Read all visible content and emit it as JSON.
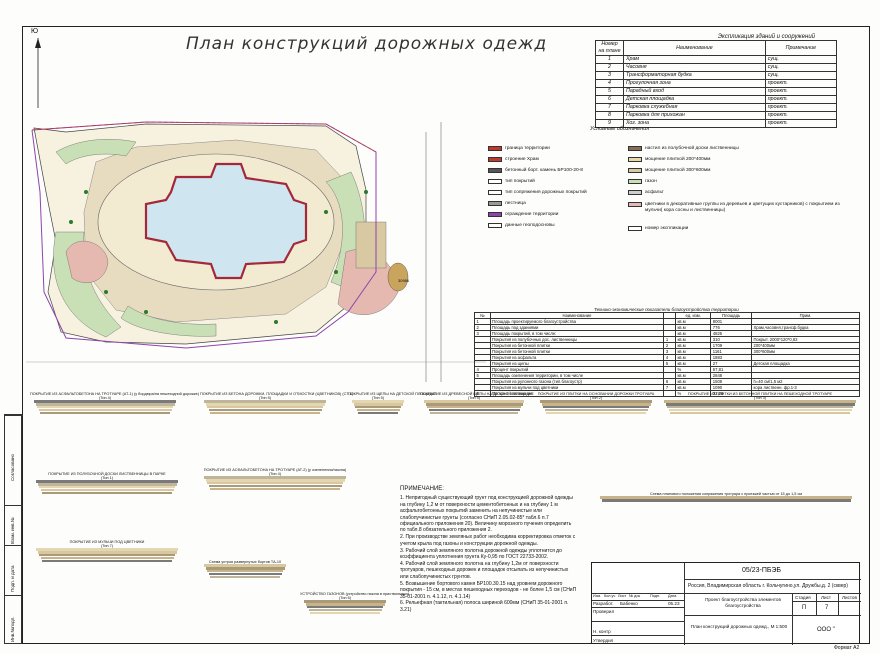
{
  "title": "План конструкций дорожных одежд",
  "explication": {
    "caption": "Экспликация зданий и сооружений",
    "headers": [
      "Номер на плане",
      "Наименование",
      "Примечание"
    ],
    "rows": [
      [
        "1",
        "Храм",
        "сущ."
      ],
      [
        "2",
        "Часовня",
        "сущ."
      ],
      [
        "3",
        "Трансформаторная будка",
        "сущ."
      ],
      [
        "4",
        "Прогулочная зона",
        "проект."
      ],
      [
        "5",
        "Парадный вход",
        "проект."
      ],
      [
        "6",
        "Детская площадка",
        "проект."
      ],
      [
        "7",
        "Парковка служебная",
        "проект."
      ],
      [
        "8",
        "Парковка для прихожан",
        "проект."
      ],
      [
        "9",
        "Хоз. зона",
        "проект."
      ]
    ]
  },
  "legend": {
    "title": "Условные обозначения",
    "left": [
      {
        "label": "граница территории",
        "color": "#c0392b"
      },
      {
        "label": "строение Храм",
        "color": "#c0392b"
      },
      {
        "label": "бетонный борт. камень БР100-20-8",
        "color": "#555555"
      },
      {
        "label": "тип покрытий",
        "color": "#ffffff"
      },
      {
        "label": "тип сопряжения дорожных покрытий",
        "color": "#ffffff"
      },
      {
        "label": "лестница",
        "color": "#999999"
      },
      {
        "label": "ограждение территории",
        "color": "#8e44ad"
      },
      {
        "label": "данные геоподосновы",
        "color": "#ffffff"
      }
    ],
    "right": [
      {
        "label": "настил из полубочной доски лиственницы",
        "color": "#8a6d58"
      },
      {
        "label": "мощение плиткой 200*400мм",
        "color": "#e9d9a8"
      },
      {
        "label": "мощение плиткой 300*600мм",
        "color": "#d8c9a2"
      },
      {
        "label": "газон",
        "color": "#c9dfb6"
      },
      {
        "label": "асфальт",
        "color": "#cfcfcf"
      },
      {
        "label": "цветники в декоративные группы из деревьев и цветущих кустарников) с покрытием из мульчи( кора сосны и лиственницы)",
        "color": "#e6b9b0"
      },
      {
        "label": "номер экспликации",
        "color": "#ffffff"
      }
    ]
  },
  "plan": {
    "north_label": "Ю",
    "dim_label": "30986"
  },
  "tep": {
    "caption": "Технико-экономические показатели благоустройства территории",
    "headers": [
      "№",
      "Наименование",
      "",
      "ед. изм.",
      "Площадь",
      "Прим."
    ],
    "rows": [
      [
        "1",
        "Площадь проектируемого благоустройства",
        "",
        "кв.м",
        "8001",
        ""
      ],
      [
        "2",
        "Площадь под зданиями",
        "",
        "кв.м",
        "776",
        "Храм,часовня,трансф.будка"
      ],
      [
        "3",
        "Площадь покрытий, в том числе:",
        "",
        "кв.м",
        "4825",
        ""
      ],
      [
        "",
        "Покрытия из полубочных дос. лиственницы",
        "1",
        "кв.м",
        "310",
        "Покрыт. 2000*120*0,83"
      ],
      [
        "",
        "Покрытия из бетонной плитки",
        "2",
        "кв.м",
        "1709",
        "200*400мм"
      ],
      [
        "",
        "Покрытия из бетонной плитки",
        "3",
        "кв.м",
        "1161",
        "300*600мм"
      ],
      [
        "",
        "Покрытия из асфальта",
        "4",
        "кв.м",
        "1883",
        ""
      ],
      [
        "",
        "Покрытия из щепы",
        "5",
        "кв.м",
        "27",
        "Детская площадка"
      ],
      [
        "4",
        "Процент покрытий",
        "",
        "%",
        "67,81",
        ""
      ],
      [
        "5",
        "Площадь озеленения территории, в том числе",
        "",
        "кв.м",
        "2848",
        ""
      ],
      [
        "",
        "Покрытия из рулонного газона (тип.благоустр)",
        "6",
        "кв.м",
        "1508",
        "h=40 см/1,5 м2"
      ],
      [
        "",
        "Покрытия из мульчи под цветники",
        "7",
        "кв.м",
        "1090",
        "кора лиственн. фр.1-3"
      ],
      [
        "6",
        "Процент озеленения",
        "",
        "%",
        "32,09",
        ""
      ]
    ]
  },
  "sections": [
    {
      "title": "ПОКРЫТИЕ ИЗ АСФАЛЬТОБЕТОНА НА ТРОТУАРЕ (АТ-1) (у бордюра/на пешеходной дорожке)",
      "sub": "(Тип 4)"
    },
    {
      "title": "ПОКРЫТИЕ ИЗ БЕТОНА ДОРОЖКИ, ПЛОЩАДКИ И ОТМОСТКИ (ЦВЕТНИКОВ) (СТ-1)",
      "sub": "(Тип 5)"
    },
    {
      "title": "ПОКРЫТИЕ ИЗ ЩЕПЫ НА ДЕТСКОЙ ПЛОЩАДКЕ",
      "sub": "(Тип 5)"
    },
    {
      "title": "ПОКРЫТИЕ ИЗ ДРЕВЕСНОЙ ЩЕПЫ НА ДЕТСКОЙ ПЛОЩАДКЕ",
      "sub": "(Тип 5)"
    },
    {
      "title": "ПОКРЫТИЕ ИЗ ПЛИТКИ НА ОСНОВАНИИ ДОРОЖКИ ТРОТУАРА",
      "sub": "(Тип 2)"
    },
    {
      "title": "ПОКРЫТИЕ ИЗ ПЛИТКИ ИЗ БЕТОННОЙ ПЛИТКИ НА ПЕШЕХОДНОЙ ТРОТУАРЕ",
      "sub": "(Тип 3)"
    },
    {
      "title": "ПОКРЫТИЕ ИЗ ПОЛУБОЧНОЙ ДОСКИ ЛИСТВЕННИЦЫ В ПАРКЕ",
      "sub": "(Тип 1)"
    },
    {
      "title": "ПОКРЫТИЕ ИЗ АСФАЛЬТОБЕТОНА НА ТРОТУАРЕ (АТ-2) (у озеленения/газона)",
      "sub": "(Тип 4)"
    },
    {
      "title": "ПОКРЫТИЕ ИЗ МУЛЬЧИ ПОД ЦВЕТНИКИ",
      "sub": "(Тип 7)"
    },
    {
      "title": "Схема устроя развернутых бортов ТА-10",
      "sub": ""
    },
    {
      "title": "УСТРОЙСТВО ГАЗОНОВ (устройство газона в приствольных)",
      "sub": "(Тип 6)"
    },
    {
      "title": "Схема планового положения сопряжения тротуара с проезжей частью от 15 до 1,5 см",
      "sub": ""
    }
  ],
  "notes": {
    "heading": "ПРИМЕЧАНИЕ:",
    "items": [
      "1. Непригодный существующий грунт под конструкцией дорожной одежды на глубину 1,2 м от поверхности цементобетонных и на глубину 1 м асфальтобетонных покрытий заменить на непучинистые или слабопучинистые грунты (согласно СНиП 2.05.02-85* табл.6 п.7 официального приложения 20). Величину морозного пучения определить по табл.8 обязательного приложения 2.",
      "2. При производстве земляных работ необходима корректировка отметок с учетом крыла под газоны и конструкции дорожной одежды.",
      "3. Рабочий слой земляного полотна дорожной одежды уплотнится до коэффициента уплотнения грунта Ку-0,95 по ГОСТ 22733-2002.",
      "4. Рабочий слой земляного полотна на глубину 1,2м от поверхности тротуаров, пешеходных дорожек и площадок отсыпать из непучинистых или слабопучинистых грунтов.",
      "5. Возвышение бортового камня БР100.30.15 над уровнем дорожного покрытия - 15 см, в местах пешеходных переходов - не более 1,5 см (СНиП 35-01-2001 п. 4.1.12, п. 4.1.14)",
      "6. Рельефная (тактильная) полоса шириной 600мм (СНиП 35-01-2001 п. 3.21)"
    ]
  },
  "stamp": {
    "code": "05/23-ПБЭБ",
    "address": "Россия, Владимирская область г. Кольчугино,ул. Дружбы,д. 2 (сквер)",
    "project": "Проект благоустройства элементов благоустройства",
    "sheet_title": "План конструкций дорожных одежд., М 1:500",
    "company": "ООО \"",
    "stage_labels": [
      "Стадия",
      "Лист",
      "Листов"
    ],
    "stage": "П",
    "sheet_no": "7",
    "sheets": "",
    "col_labels": [
      "Изм.",
      "Кол.уч",
      "Лист",
      "№ док",
      "Подп.",
      "Дата"
    ],
    "roles": [
      "Разработ.",
      "Проверил",
      "Н. контр",
      "Утвердил"
    ],
    "designer": "Бабенко",
    "date": "05.23",
    "format": "Формат А2"
  },
  "side": [
    "Согласовано",
    "Взам. инв.№",
    "Подп. и дата",
    "Инв.№подл."
  ]
}
